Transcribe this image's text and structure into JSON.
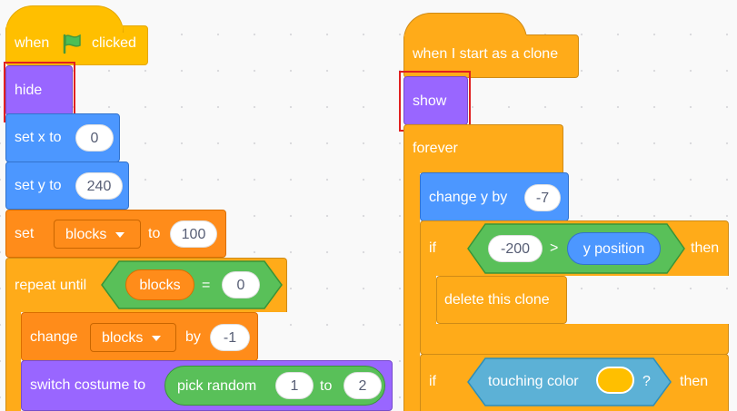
{
  "left_script": {
    "hat": {
      "before_flag": "when",
      "flag_icon": "green-flag-icon",
      "after_flag": "clicked"
    },
    "hide": {
      "label": "hide"
    },
    "set_x": {
      "label": "set x to",
      "value": "0"
    },
    "set_y": {
      "label": "set y to",
      "value": "240"
    },
    "set_var": {
      "label": "set",
      "variable": "blocks",
      "to_label": "to",
      "value": "100"
    },
    "repeat_until": {
      "label": "repeat until",
      "left": "blocks",
      "operator": "=",
      "right": "0"
    },
    "change_var": {
      "label": "change",
      "variable": "blocks",
      "by_label": "by",
      "value": "-1"
    },
    "switch_costume": {
      "label": "switch costume to",
      "reporter_label": "pick random",
      "from": "1",
      "to_label": "to",
      "to": "2"
    }
  },
  "right_script": {
    "hat": {
      "label": "when I start as a clone"
    },
    "show": {
      "label": "show"
    },
    "forever": {
      "label": "forever"
    },
    "change_y": {
      "label": "change y by",
      "value": "-7"
    },
    "if1": {
      "if_label": "if",
      "left": "-200",
      "operator": ">",
      "right": "y position",
      "then_label": "then"
    },
    "delete_clone": {
      "label": "delete this clone"
    },
    "if2": {
      "if_label": "if",
      "sensing_label": "touching color",
      "color": "#ffbf00",
      "question": "?",
      "then_label": "then"
    }
  }
}
